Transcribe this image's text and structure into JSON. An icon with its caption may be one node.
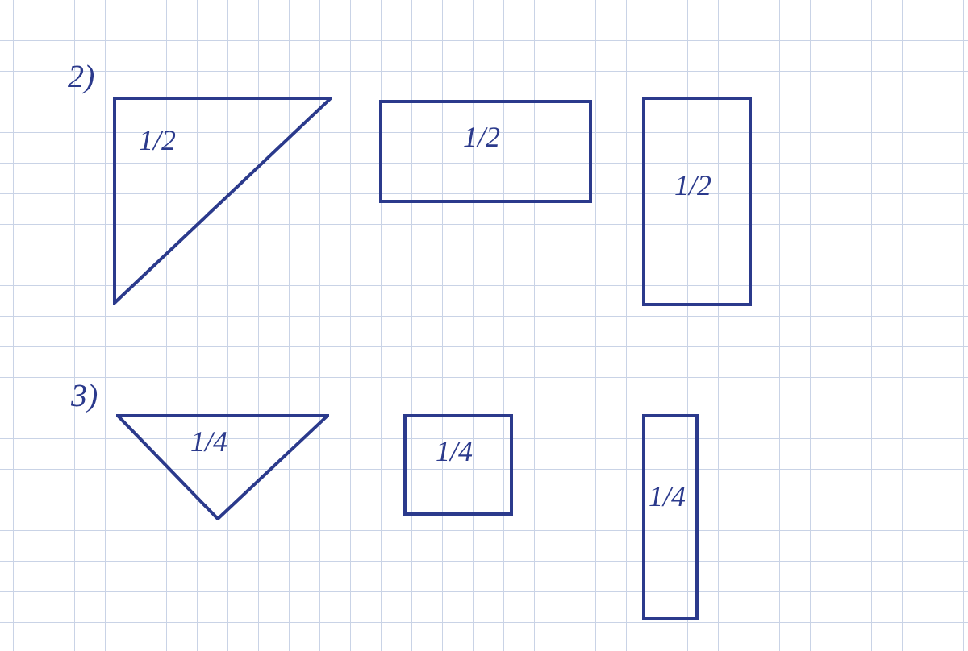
{
  "diagram": {
    "nodes": [
      {
        "text": [
          "1/2"
        ]
      },
      {
        "text": [
          "1/2"
        ]
      },
      {
        "text": [
          "1/2"
        ]
      },
      {
        "text": [
          "1/4"
        ]
      },
      {
        "text": [
          "1/4"
        ]
      },
      {
        "text": [
          "1/4"
        ]
      }
    ],
    "labels": [
      "2)",
      "3)"
    ]
  }
}
